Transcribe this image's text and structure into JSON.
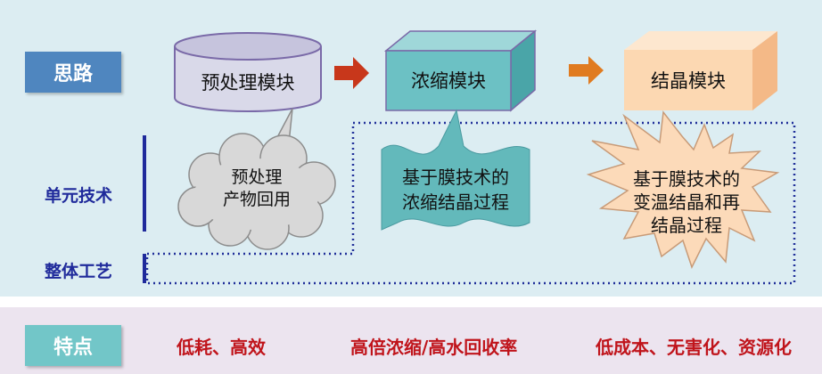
{
  "tags": {
    "thinking": "思路",
    "features": "特点"
  },
  "row_labels": {
    "unit_tech": "单元技术",
    "overall_process": "整体工艺"
  },
  "modules": {
    "pretreatment": "预处理模块",
    "concentration": "浓缩模块",
    "crystallization": "结晶模块"
  },
  "callouts": {
    "cloud_line1": "预处理",
    "cloud_line2": "产物回用",
    "wave_line1": "基于膜技术的",
    "wave_line2": "浓缩结晶过程",
    "star_line1": "基于膜技术的",
    "star_line2": "变温结晶和再",
    "star_line3": "结晶过程"
  },
  "features": [
    "低耗、高效",
    "高倍浓缩/高水回收率",
    "低成本、无害化、资源化"
  ],
  "colors": {
    "arrow_1": "#c8371b",
    "arrow_2": "#e07b20",
    "concentration_box": "#6cc1c4",
    "crystallization_box": "#fcd8b2",
    "wave_fill": "#63b9bb",
    "star_fill": "#fcdab9",
    "cloud_fill": "#d8d8d8",
    "feature_text": "#c0141b",
    "label_text": "#1f2a9b"
  }
}
